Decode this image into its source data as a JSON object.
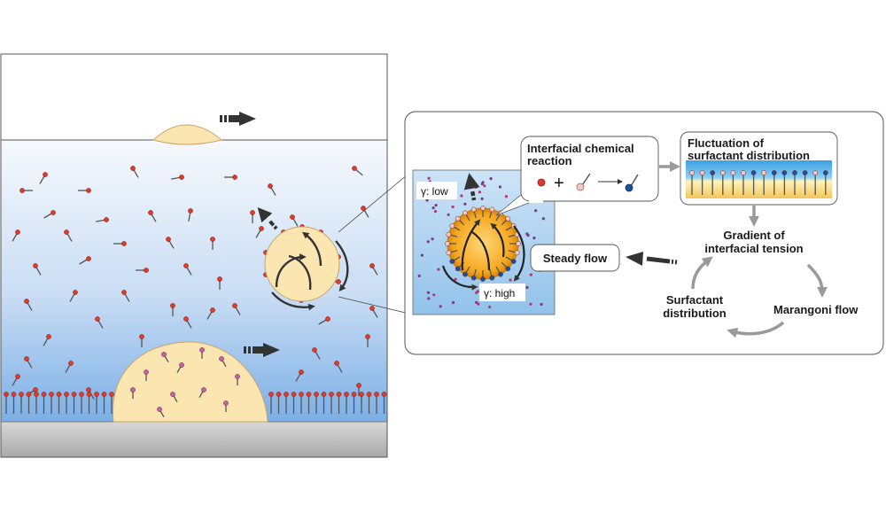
{
  "labels": {
    "interfacial_reaction": [
      "Interfacial chemical",
      "reaction"
    ],
    "fluctuation": [
      "Fluctuation of",
      "surfactant distribution"
    ],
    "gradient": [
      "Gradient of",
      "interfacial tension"
    ],
    "marangoni": "Marangoni flow",
    "surfactant_dist": [
      "Surfactant",
      "distribution"
    ],
    "steady_flow": "Steady flow",
    "gamma_low": "γ: low",
    "gamma_high": "γ: high"
  },
  "colors": {
    "water_top": "#f4f8fd",
    "water_bottom": "#7fb0e6",
    "droplet": "#fbe6b2",
    "droplet_stroke": "#c9a36a",
    "head_red": "#e03a2a",
    "head_pink": "#f3c9c4",
    "head_blue": "#1d4fa0",
    "head_purple": "#c060b0",
    "floor": "#bdbdbd",
    "arrow_dark": "#333333",
    "arrow_gray": "#9a9a9a",
    "inset_bg": "#a9d0f0",
    "orange_drop": "#f3a21c"
  },
  "icons": [
    "arrow-icon",
    "plus-icon",
    "surfactant-molecule-icon"
  ]
}
